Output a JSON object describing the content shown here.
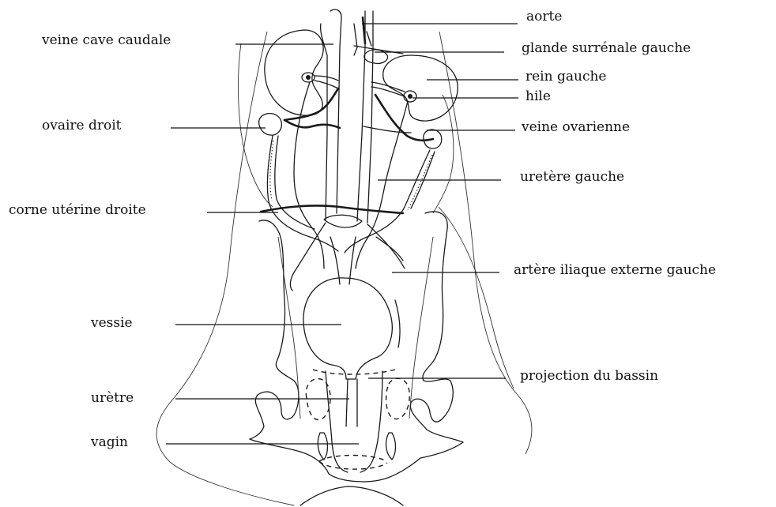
{
  "diagram": {
    "labels": [
      {
        "id": "aorte",
        "text": "aorte",
        "side": "right"
      },
      {
        "id": "veine-cave-caudale",
        "text": "veine cave caudale",
        "side": "left"
      },
      {
        "id": "glande-surrenale-gauche",
        "text": "glande surrénale gauche",
        "side": "right"
      },
      {
        "id": "rein-gauche",
        "text": "rein gauche",
        "side": "right"
      },
      {
        "id": "hile",
        "text": "hile",
        "side": "right"
      },
      {
        "id": "ovaire-droit",
        "text": "ovaire droit",
        "side": "left"
      },
      {
        "id": "veine-ovarienne",
        "text": "veine ovarienne",
        "side": "right"
      },
      {
        "id": "uretere-gauche",
        "text": "uretère gauche",
        "side": "right"
      },
      {
        "id": "corne-uterine-droite",
        "text": "corne utérine droite",
        "side": "left"
      },
      {
        "id": "artere-iliaque-externe-gauche",
        "text": "artère iliaque externe gauche",
        "side": "right"
      },
      {
        "id": "vessie",
        "text": "vessie",
        "side": "left"
      },
      {
        "id": "projection-du-bassin",
        "text": "projection du bassin",
        "side": "right"
      },
      {
        "id": "uretre",
        "text": "urètre",
        "side": "left"
      },
      {
        "id": "vagin",
        "text": "vagin",
        "side": "left"
      }
    ]
  }
}
